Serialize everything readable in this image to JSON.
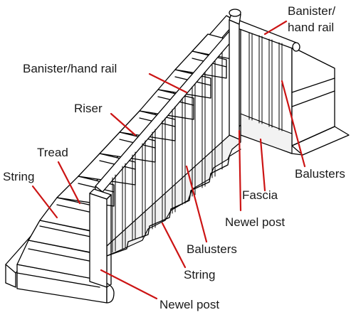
{
  "labels": {
    "banister_top_line1": "Banister/",
    "banister_top_line2": "hand rail",
    "banister_main": "Banister/hand rail",
    "riser": "Riser",
    "tread": "Tread",
    "string_left": "String",
    "balusters_right": "Balusters",
    "fascia": "Fascia",
    "newel_post_right": "Newel post",
    "balusters_center": "Balusters",
    "string_bottom": "String",
    "newel_post_bottom": "Newel post"
  },
  "colors": {
    "leader": "#cc1414",
    "line": "#000000",
    "text": "#1a1a1a"
  }
}
